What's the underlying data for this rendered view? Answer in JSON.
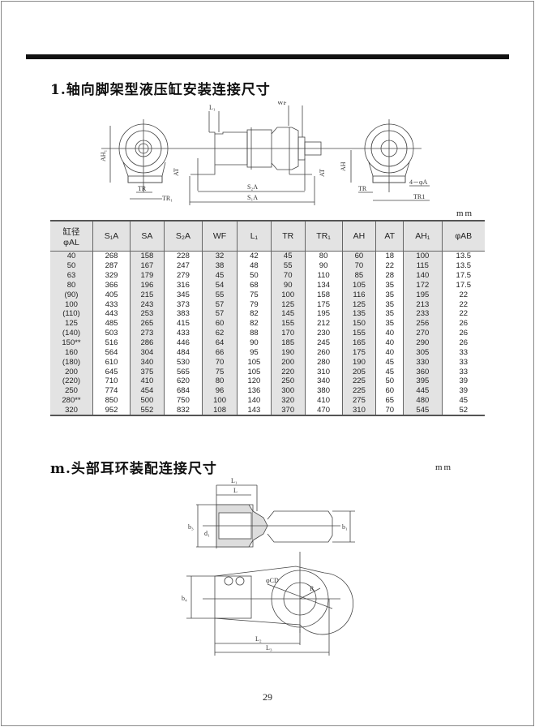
{
  "section1": {
    "title": "1.轴向脚架型液压缸安装连接尺寸",
    "unit": "mm",
    "drawing_labels": {
      "L1": "L₁",
      "WF": "WF",
      "AH1": "AH₁",
      "AT": "AT",
      "AH": "AH",
      "TR": "TR",
      "TR1": "TR₁",
      "S2A": "S₂A",
      "S1A": "S₁A",
      "holes": "4－φA",
      "TR1_right": "TR1"
    }
  },
  "table": {
    "headers": [
      [
        "缸径",
        "φAL"
      ],
      "S₁A",
      "SA",
      "S₂A",
      "WF",
      "L₁",
      "TR",
      "TR₁",
      "AH",
      "AT",
      "AH₁",
      "φAB"
    ],
    "rows": [
      [
        "40",
        "268",
        "158",
        "228",
        "32",
        "42",
        "45",
        "80",
        "60",
        "18",
        "100",
        "13.5"
      ],
      [
        "50",
        "287",
        "167",
        "247",
        "38",
        "48",
        "55",
        "90",
        "70",
        "22",
        "115",
        "13.5"
      ],
      [
        "63",
        "329",
        "179",
        "279",
        "45",
        "50",
        "70",
        "110",
        "85",
        "28",
        "140",
        "17.5"
      ],
      [
        "80",
        "366",
        "196",
        "316",
        "54",
        "68",
        "90",
        "134",
        "105",
        "35",
        "172",
        "17.5"
      ],
      [
        "(90)",
        "405",
        "215",
        "345",
        "55",
        "75",
        "100",
        "158",
        "116",
        "35",
        "195",
        "22"
      ],
      [
        "100",
        "433",
        "243",
        "373",
        "57",
        "79",
        "125",
        "175",
        "125",
        "35",
        "213",
        "22"
      ],
      [
        "(110)",
        "443",
        "253",
        "383",
        "57",
        "82",
        "145",
        "195",
        "135",
        "35",
        "233",
        "22"
      ],
      [
        "125",
        "485",
        "265",
        "415",
        "60",
        "82",
        "155",
        "212",
        "150",
        "35",
        "256",
        "26"
      ],
      [
        "(140)",
        "503",
        "273",
        "433",
        "62",
        "88",
        "170",
        "230",
        "155",
        "40",
        "270",
        "26"
      ],
      [
        "150**",
        "516",
        "286",
        "446",
        "64",
        "90",
        "185",
        "245",
        "165",
        "40",
        "290",
        "26"
      ],
      [
        "160",
        "564",
        "304",
        "484",
        "66",
        "95",
        "190",
        "260",
        "175",
        "40",
        "305",
        "33"
      ],
      [
        "(180)",
        "610",
        "340",
        "530",
        "70",
        "105",
        "200",
        "280",
        "190",
        "45",
        "330",
        "33"
      ],
      [
        "200",
        "645",
        "375",
        "565",
        "75",
        "105",
        "220",
        "310",
        "205",
        "45",
        "360",
        "33"
      ],
      [
        "(220)",
        "710",
        "410",
        "620",
        "80",
        "120",
        "250",
        "340",
        "225",
        "50",
        "395",
        "39"
      ],
      [
        "250",
        "774",
        "454",
        "684",
        "96",
        "136",
        "300",
        "380",
        "225",
        "60",
        "445",
        "39"
      ],
      [
        "280**",
        "850",
        "500",
        "750",
        "100",
        "140",
        "320",
        "410",
        "275",
        "65",
        "480",
        "45"
      ],
      [
        "320",
        "952",
        "552",
        "832",
        "108",
        "143",
        "370",
        "470",
        "310",
        "70",
        "545",
        "52"
      ]
    ]
  },
  "section2": {
    "title": "m.头部耳环装配连接尺寸",
    "unit": "mm",
    "drawing_labels": {
      "L1": "L₁",
      "L": "L",
      "b3": "b₃",
      "d1": "d₁",
      "b1": "b₁",
      "b4": "b₄",
      "phiCD": "φCD",
      "R": "R",
      "L2": "L₂",
      "L3": "L₃"
    }
  },
  "page_number": "29"
}
